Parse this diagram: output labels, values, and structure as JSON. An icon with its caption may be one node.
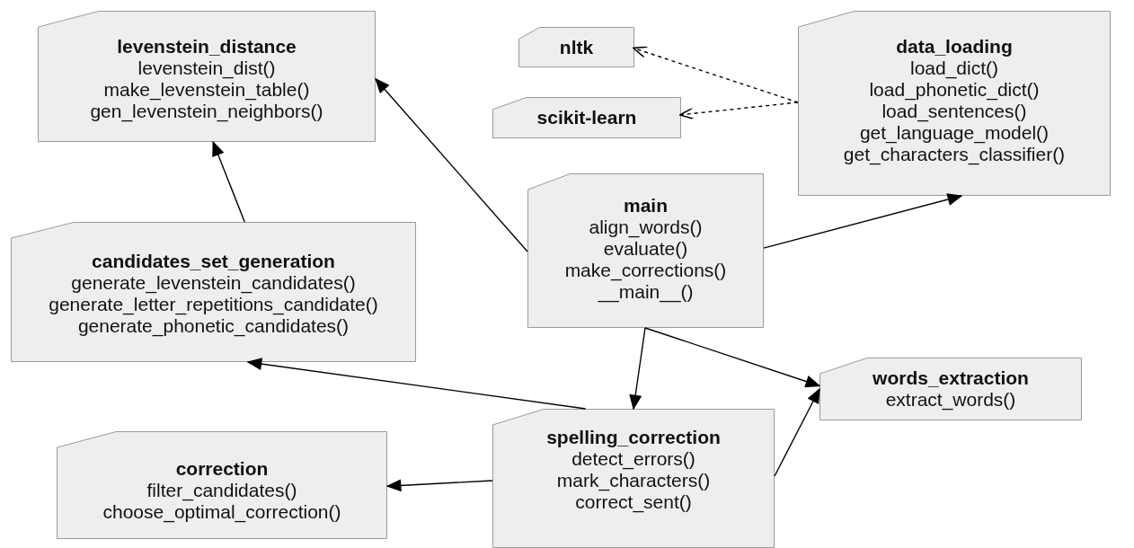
{
  "diagram": {
    "nodes": [
      {
        "text": [
          "levenstein_distance",
          "levenstein_dist()",
          "make_levenstein_table()",
          "gen_levenstein_neighbors()"
        ]
      },
      {
        "text": [
          "nltk"
        ]
      },
      {
        "text": [
          "scikit-learn"
        ]
      },
      {
        "text": [
          "data_loading",
          "load_dict()",
          "load_phonetic_dict()",
          "load_sentences()",
          "get_language_model()",
          "get_characters_classifier()"
        ]
      },
      {
        "text": [
          "main",
          "align_words()",
          "evaluate()",
          "make_corrections()",
          "__main__()"
        ]
      },
      {
        "text": [
          "candidates_set_generation",
          "generate_levenstein_candidates()",
          "generate_letter_repetitions_candidate()",
          "generate_phonetic_candidates()"
        ]
      },
      {
        "text": [
          "words_extraction",
          "extract_words()"
        ]
      },
      {
        "text": [
          "spelling_correction",
          "detect_errors()",
          "mark_characters()",
          "correct_sent()"
        ]
      },
      {
        "text": [
          "correction",
          "filter_candidates()",
          "choose_optimal_correction()"
        ]
      }
    ],
    "edges": [
      {
        "from": 4,
        "to": 0,
        "arrow": "to"
      },
      {
        "from": 5,
        "to": 0,
        "arrow": "to"
      },
      {
        "from": 3,
        "to": 1,
        "arrow": "to",
        "style": "dashed"
      },
      {
        "from": 3,
        "to": 2,
        "arrow": "to",
        "style": "dashed"
      },
      {
        "from": 4,
        "to": 3,
        "arrow": "to"
      },
      {
        "from": 4,
        "to": 7,
        "arrow": "to"
      },
      {
        "from": 4,
        "to": 6,
        "arrow": "to"
      },
      {
        "from": 7,
        "to": 5,
        "arrow": "to"
      },
      {
        "from": 7,
        "to": 6,
        "arrow": "to"
      },
      {
        "from": 7,
        "to": 8,
        "arrow": "to"
      }
    ]
  }
}
